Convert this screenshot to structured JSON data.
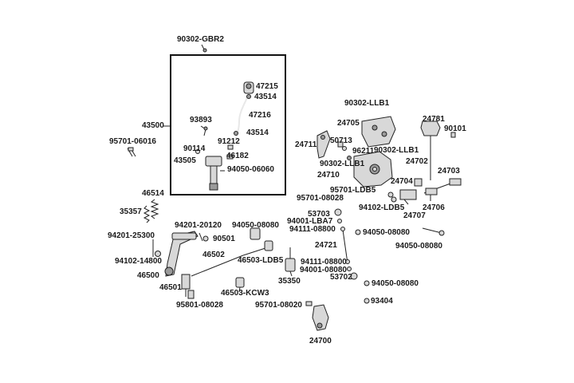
{
  "labels": {
    "p90302_gbr2": "90302-GBR2",
    "p47215": "47215",
    "p43514a": "43514",
    "p47216": "47216",
    "p93893": "93893",
    "p43514b": "43514",
    "p43500": "43500",
    "p91212": "91212",
    "p90114": "90114",
    "p46182": "46182",
    "p43505": "43505",
    "p94050_06060": "94050-06060",
    "p95701_06016": "95701-06016",
    "p46514": "46514",
    "p35357": "35357",
    "p94201_20120": "94201-20120",
    "p94050_08080a": "94050-08080",
    "p94201_25300": "94201-25300",
    "p90501": "90501",
    "p46502": "46502",
    "p46503_ldb5": "46503-LDB5",
    "p94102_14800": "94102-14800",
    "p46500": "46500",
    "p35350": "35350",
    "p46501": "46501",
    "p46503_kcw3": "46503-KCW3",
    "p95801_08028": "95801-08028",
    "p95701_08020": "95701-08020",
    "p24700": "24700",
    "p90302_llb1a": "90302-LLB1",
    "p24705": "24705",
    "p24781": "24781",
    "p90101": "90101",
    "p24711": "24711",
    "p50713": "50713",
    "p96211": "96211",
    "p90302_llb1b": "90302-LLB1",
    "p24702": "24702",
    "p90302_llb1c": "90302-LLB1",
    "p24710": "24710",
    "p24703": "24703",
    "p24704": "24704",
    "p95701_ldb5": "95701-LDB5",
    "p95701_08028": "95701-08028",
    "p94102_ldb5": "94102-LDB5",
    "p24707": "24707",
    "p24706": "24706",
    "p53703": "53703",
    "p94001_lba7": "94001-LBA7",
    "p94111_08800a": "94111-08800",
    "p94050_08080b": "94050-08080",
    "p94050_08080c": "94050-08080",
    "p24721": "24721",
    "p94111_08800b": "94111-08800",
    "p94001_08080": "94001-08080",
    "p53702": "53702",
    "p94050_08080d": "94050-08080",
    "p93404": "93404"
  }
}
